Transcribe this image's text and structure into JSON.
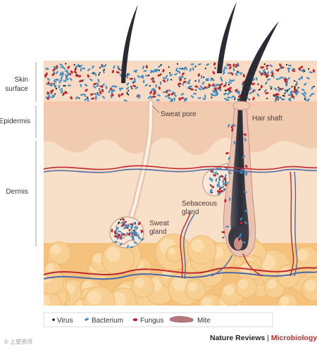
{
  "labels": {
    "skin_surface_line1": "Skin",
    "skin_surface_line2": "surface",
    "epidermis": "Epidermis",
    "dermis": "Dermis",
    "sweat_pore": "Sweat pore",
    "hair_shaft": "Hair shaft",
    "sebaceous_line1": "Sebaceous",
    "sebaceous_line2": "gland",
    "sweat_gland_line1": "Sweat",
    "sweat_gland_line2": "gland"
  },
  "legend": [
    {
      "label": "Virus",
      "marker": "dot",
      "color": "#1a1a1a"
    },
    {
      "label": "Bacterium",
      "marker": "rod",
      "color": "#3d8fc4"
    },
    {
      "label": "Fungus",
      "marker": "oval",
      "color": "#c0272d"
    },
    {
      "label": "Mite",
      "marker": "mite",
      "color": "#b5777a"
    }
  ],
  "credit": {
    "journal": "Nature Reviews",
    "separator": " | ",
    "section": "Microbiology"
  },
  "watermark": "© 上望资讯",
  "colors": {
    "surface_band": "#f6d9c2",
    "epidermis": "#f0cdb3",
    "dermis": "#f7dcc4",
    "fat": "#f4c07a",
    "artery": "#c0272d",
    "vein": "#4a6aa8",
    "bacterium": "#3d8fc4",
    "fungus": "#c0272d",
    "hair": "#2b2b35"
  }
}
